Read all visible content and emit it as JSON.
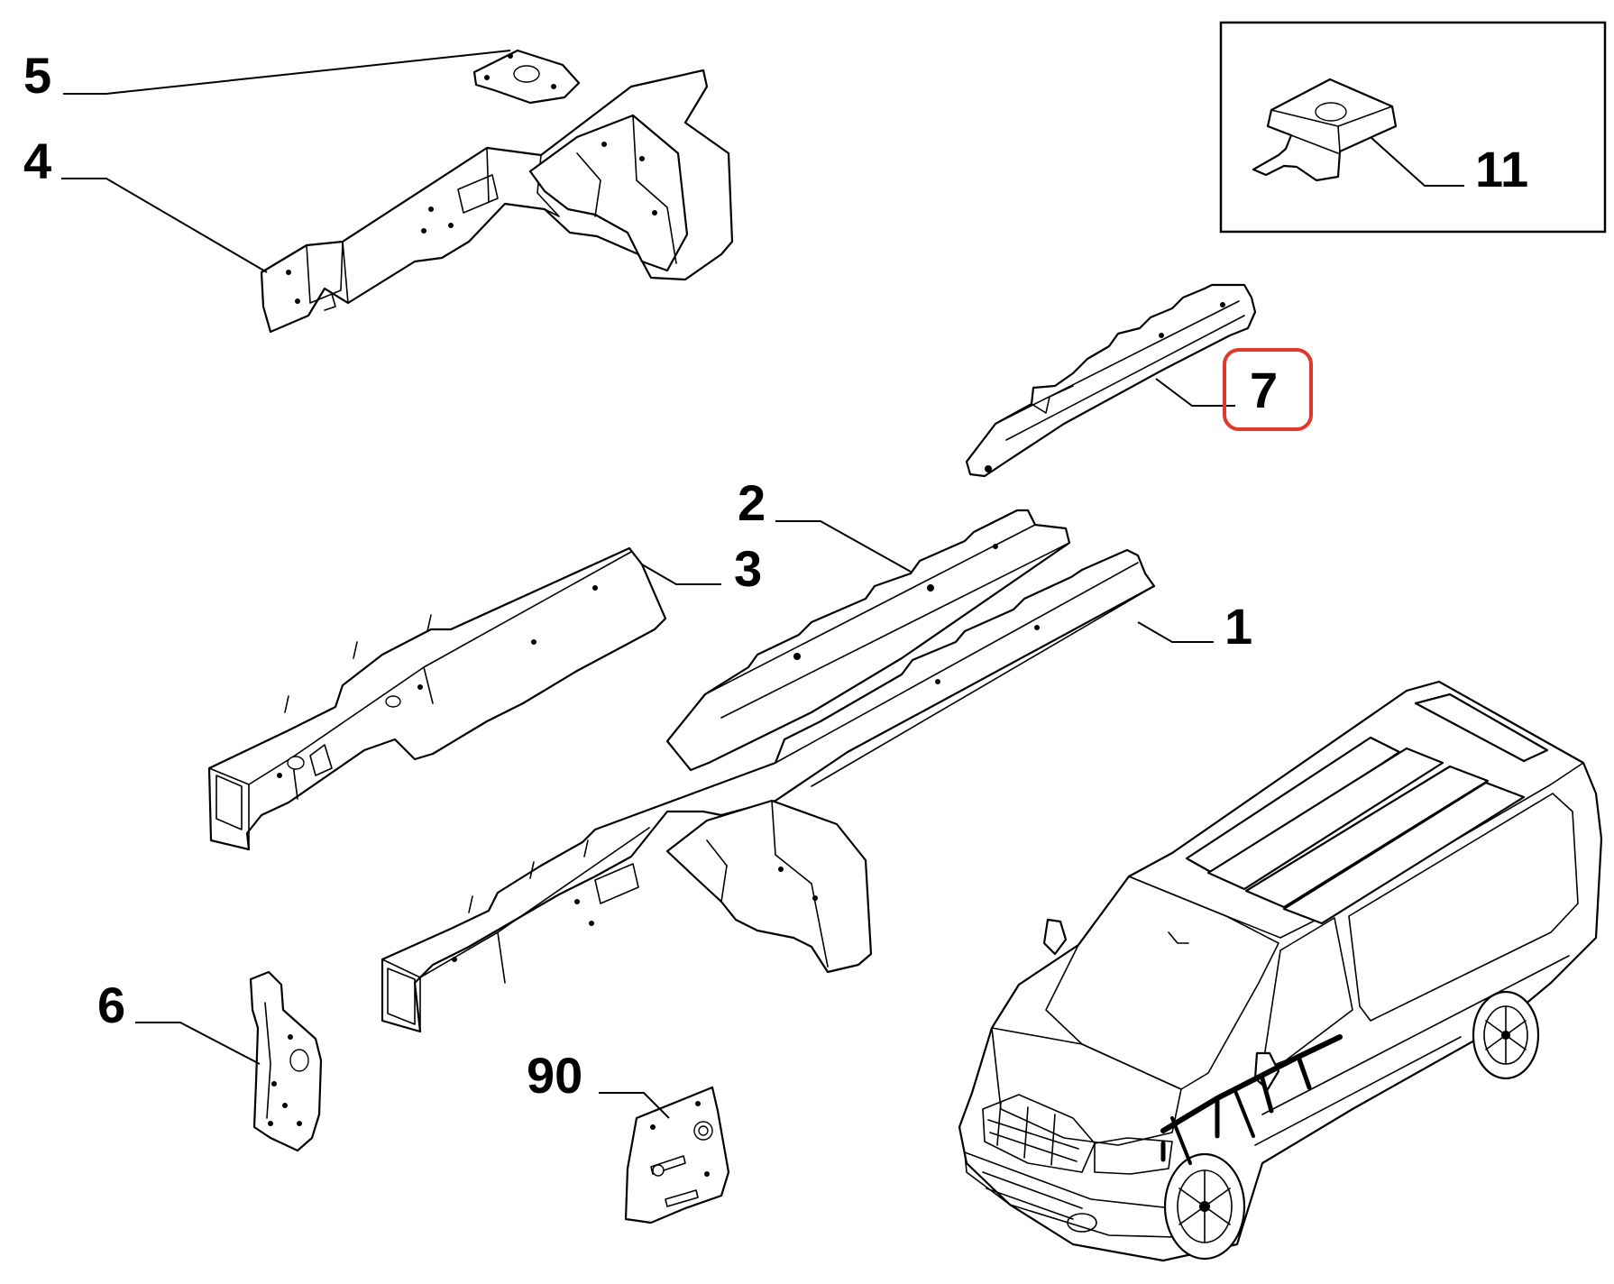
{
  "callouts": {
    "part_1": "1",
    "part_2": "2",
    "part_3": "3",
    "part_4": "4",
    "part_5": "5",
    "part_6": "6",
    "part_7": "7",
    "part_11": "11",
    "part_90": "90"
  },
  "highlighted_callout": "7",
  "colors": {
    "line": "#000000",
    "background": "#ffffff",
    "highlight": "#e0392b"
  }
}
